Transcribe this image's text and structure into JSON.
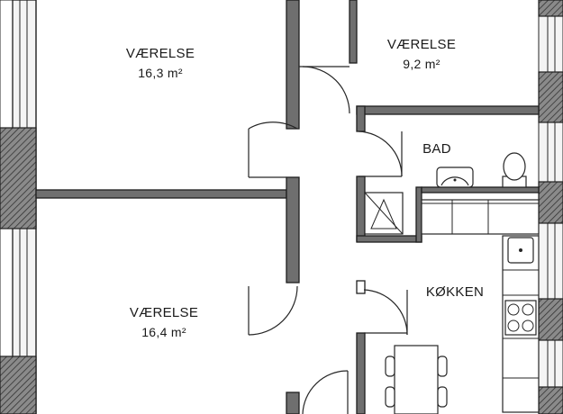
{
  "rooms": {
    "room1": {
      "name": "VÆRELSE",
      "area": "16,3 m²"
    },
    "room2": {
      "name": "VÆRELSE",
      "area": "9,2 m²"
    },
    "room3": {
      "name": "VÆRELSE",
      "area": "16,4 m²"
    },
    "bath": {
      "name": "BAD"
    },
    "kitchen": {
      "name": "KØKKEN"
    }
  },
  "colors": {
    "wall_fill": "#6f6f6f",
    "line": "#262626",
    "background": "#ffffff"
  }
}
